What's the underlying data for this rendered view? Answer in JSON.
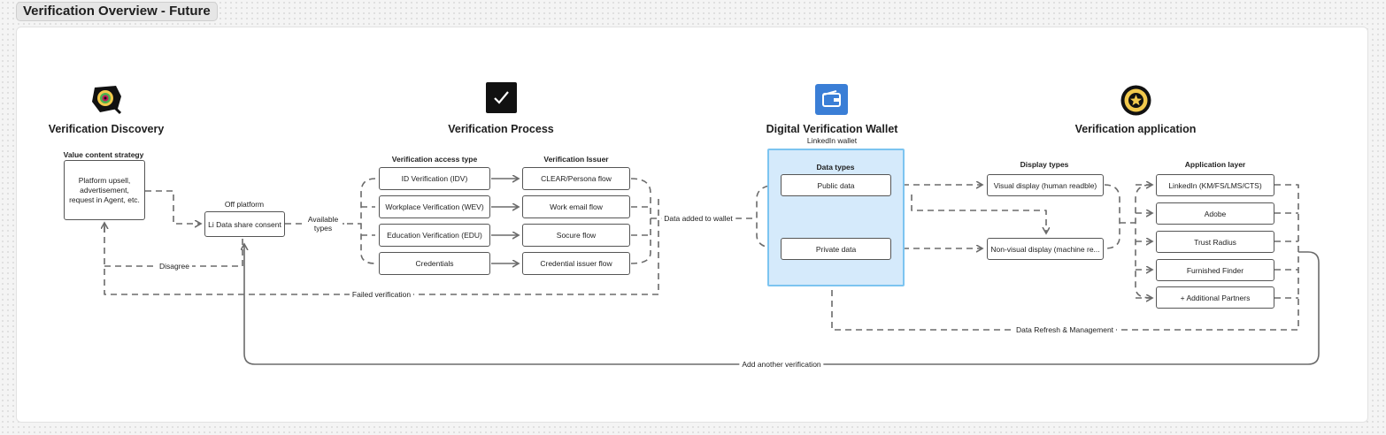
{
  "frame_title": "Verification Overview - Future",
  "sections": {
    "discovery": "Verification Discovery",
    "process": "Verification Process",
    "wallet": "Digital Verification Wallet",
    "wallet_sub": "LinkedIn wallet",
    "application": "Verification application"
  },
  "discovery": {
    "strategy_title": "Value content strategy",
    "strategy_box": "Platform upsell, advertisement, request in Agent, etc.",
    "off_platform": "Off platform",
    "consent_box": "Li Data share consent"
  },
  "process": {
    "access_title": "Verification access type",
    "issuer_title": "Verification Issuer",
    "access_types": [
      "ID Verification (IDV)",
      "Workplace Verification (WEV)",
      "Education Verification (EDU)",
      "Credentials"
    ],
    "issuers": [
      "CLEAR/Persona flow",
      "Work email flow",
      "Socure flow",
      "Credential issuer flow"
    ]
  },
  "wallet": {
    "data_types_title": "Data types",
    "public": "Public data",
    "private": "Private data"
  },
  "display": {
    "title": "Display types",
    "visual": "Visual display (human readble)",
    "nonvisual": "Non-visual display (machine re..."
  },
  "application": {
    "title": "Application layer",
    "partners": [
      "LinkedIn (KM/FS/LMS/CTS)",
      "Adobe",
      "Trust Radius",
      "Furnished Finder",
      "+ Additional Partners"
    ]
  },
  "edges": {
    "available_types": "Available types",
    "disagree": "Disagree",
    "failed": "Failed verification",
    "added_wallet": "Data added to wallet",
    "refresh": "Data Refresh & Management",
    "add_another": "Add another verification"
  },
  "colors": {
    "wallet_fill": "#d5eafb",
    "wallet_border": "#7cc4f0",
    "wallet_icon": "#3a7ed6",
    "line": "#6b6b6b"
  },
  "icons": [
    "magnifier-eye-icon",
    "checkmark-icon",
    "wallet-icon",
    "star-badge-icon"
  ]
}
